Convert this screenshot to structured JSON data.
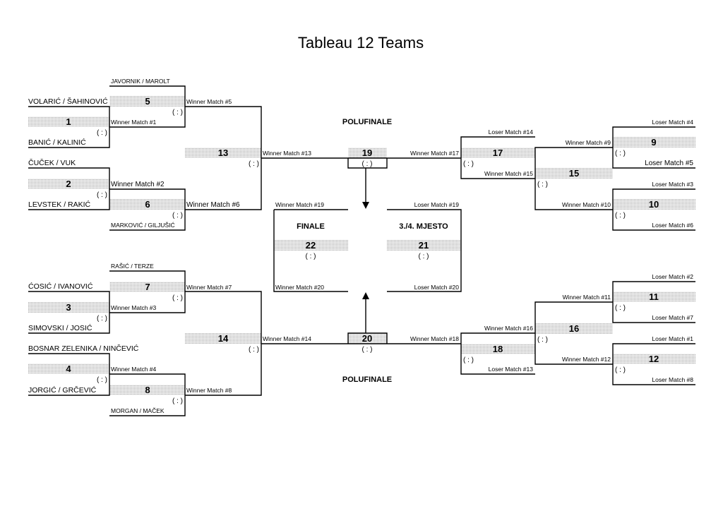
{
  "title": "Tableau 12 Teams",
  "labels": {
    "semifinal_top": "POLUFINALE",
    "semifinal_bottom": "POLUFINALE",
    "final": "FINALE",
    "third_place": "3./4. MJESTO"
  },
  "score_placeholder": "( : )",
  "teams": {
    "javornik_marolt": "JAVORNIK / MAROLT",
    "volaric_sahinovic": "VOLARIĆ / ŠAHINOVIĆ",
    "banic_kalinic": "BANIĆ / KALINIĆ",
    "cucek_vuk": "ČUČEK / VUK",
    "levstek_rakic": "LEVSTEK / RAKIĆ",
    "markovic_giljusic": "MARKOVIĆ / GILJUŠIĆ",
    "rasic_terze": "RAŠIĆ / TERZE",
    "cosic_ivanovic": "ĆOSIĆ / IVANOVIĆ",
    "simovski_josic": "SIMOVSKI / JOSIĆ",
    "bosnar_nincevic": "BOSNAR ZELENIKA / NINČEVIĆ",
    "jorgic_grcevic": "JORGIĆ / GRČEVIĆ",
    "morgan_macek": "MORGAN / MAČEK"
  },
  "match_numbers": {
    "m1": "1",
    "m2": "2",
    "m3": "3",
    "m4": "4",
    "m5": "5",
    "m6": "6",
    "m7": "7",
    "m8": "8",
    "m9": "9",
    "m10": "10",
    "m11": "11",
    "m12": "12",
    "m13": "13",
    "m14": "14",
    "m15": "15",
    "m16": "16",
    "m17": "17",
    "m18": "18",
    "m19": "19",
    "m20": "20",
    "m21": "21",
    "m22": "22"
  },
  "refs": {
    "w1": "Winner Match #1",
    "w2": "Winner Match #2",
    "w3": "Winner Match #3",
    "w4": "Winner Match #4",
    "w5": "Winner Match #5",
    "w6": "Winner Match #6",
    "w7": "Winner Match #7",
    "w8": "Winner Match #8",
    "w9": "Winner Match #9",
    "w10": "Winner Match #10",
    "w11": "Winner Match #11",
    "w12": "Winner Match #12",
    "w13": "Winner Match #13",
    "w14": "Winner Match #14",
    "w15": "Winner Match #15",
    "w16": "Winner Match #16",
    "w17": "Winner Match #17",
    "w18": "Winner Match #18",
    "w19": "Winner Match #19",
    "w20": "Winner Match #20",
    "l1": "Loser Match #1",
    "l2": "Loser Match #2",
    "l3": "Loser Match #3",
    "l4": "Loser Match #4",
    "l5": "Loser Match #5",
    "l6": "Loser Match #6",
    "l7": "Loser Match #7",
    "l8": "Loser Match #8",
    "l13": "Loser Match #13",
    "l14": "Loser Match #14",
    "l19": "Loser Match #19",
    "l20": "Loser Match #20"
  }
}
